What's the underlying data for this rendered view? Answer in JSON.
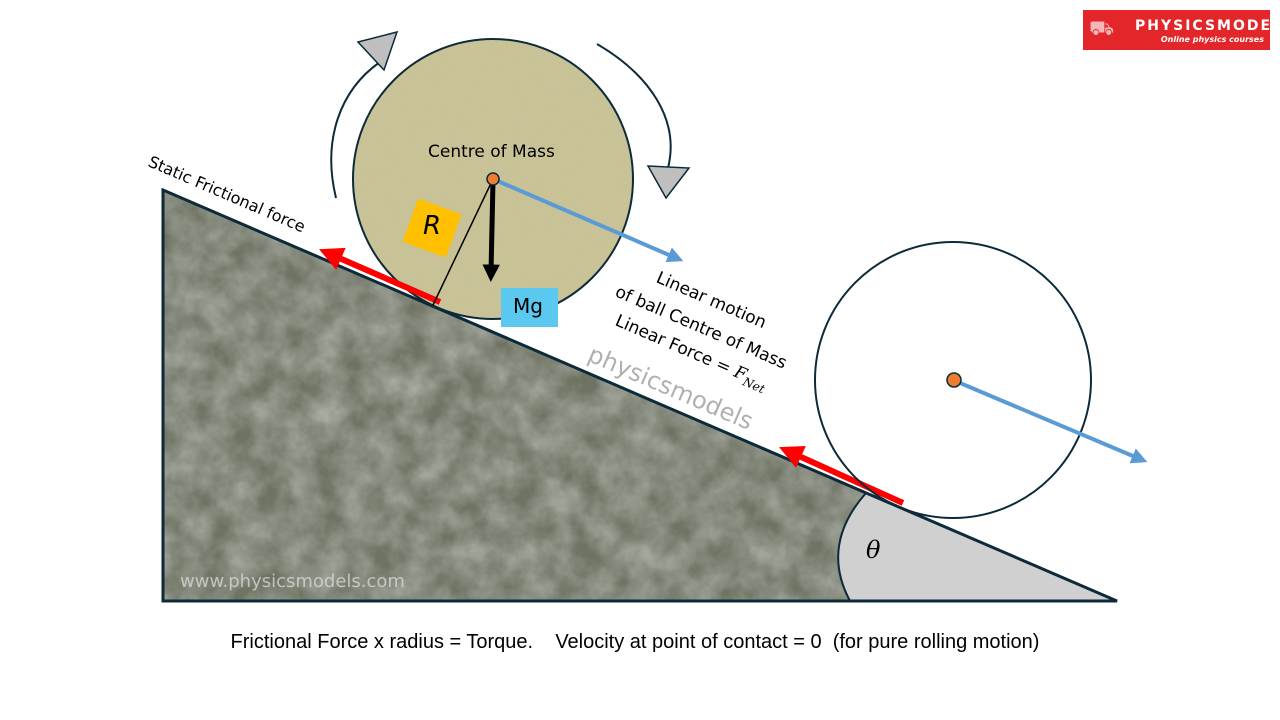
{
  "logo": {
    "brand": "PHYSICSMODELS",
    "tagline": "Online physics courses"
  },
  "labels": {
    "static_friction": "Static Frictional force",
    "centre_of_mass": "Centre of Mass",
    "radius": "R",
    "weight": "Mg",
    "linear_motion_1": "Linear motion",
    "linear_motion_2": "of ball Centre of Mass",
    "linear_force": "Linear Force = ",
    "f_net": "F",
    "f_net_sub": "Net",
    "watermark": "physicsmodels",
    "website": "www.physicsmodels.com",
    "angle": "θ"
  },
  "caption": "Frictional Force x radius = Torque.    Velocity at point of contact = 0  (for pure rolling motion)",
  "colors": {
    "friction_arrow": "#ff0000",
    "velocity_arrow": "#5b9bd5",
    "radius_box": "#ffc000",
    "weight_box": "#5bc8f0",
    "ball_fill": "#c9c394",
    "ramp_fill": "#6e7363",
    "angle_fill": "#d0d0d0",
    "logo_bg": "#e3262a"
  }
}
